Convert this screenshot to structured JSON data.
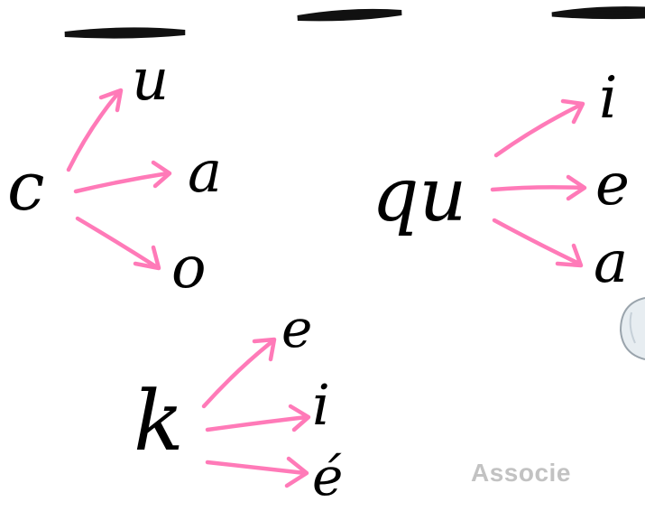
{
  "colors": {
    "arrow": "#ff7ab8",
    "letters": "#000000",
    "caption": "#c2c2c2",
    "background": "#ffffff"
  },
  "groups": {
    "c": {
      "letter": "c",
      "targets": [
        "u",
        "a",
        "o"
      ]
    },
    "qu": {
      "letter": "qu",
      "targets": [
        "i",
        "e",
        "a"
      ]
    },
    "k": {
      "letter": "k",
      "targets": [
        "e",
        "i",
        "é"
      ]
    }
  },
  "caption": "Associe"
}
